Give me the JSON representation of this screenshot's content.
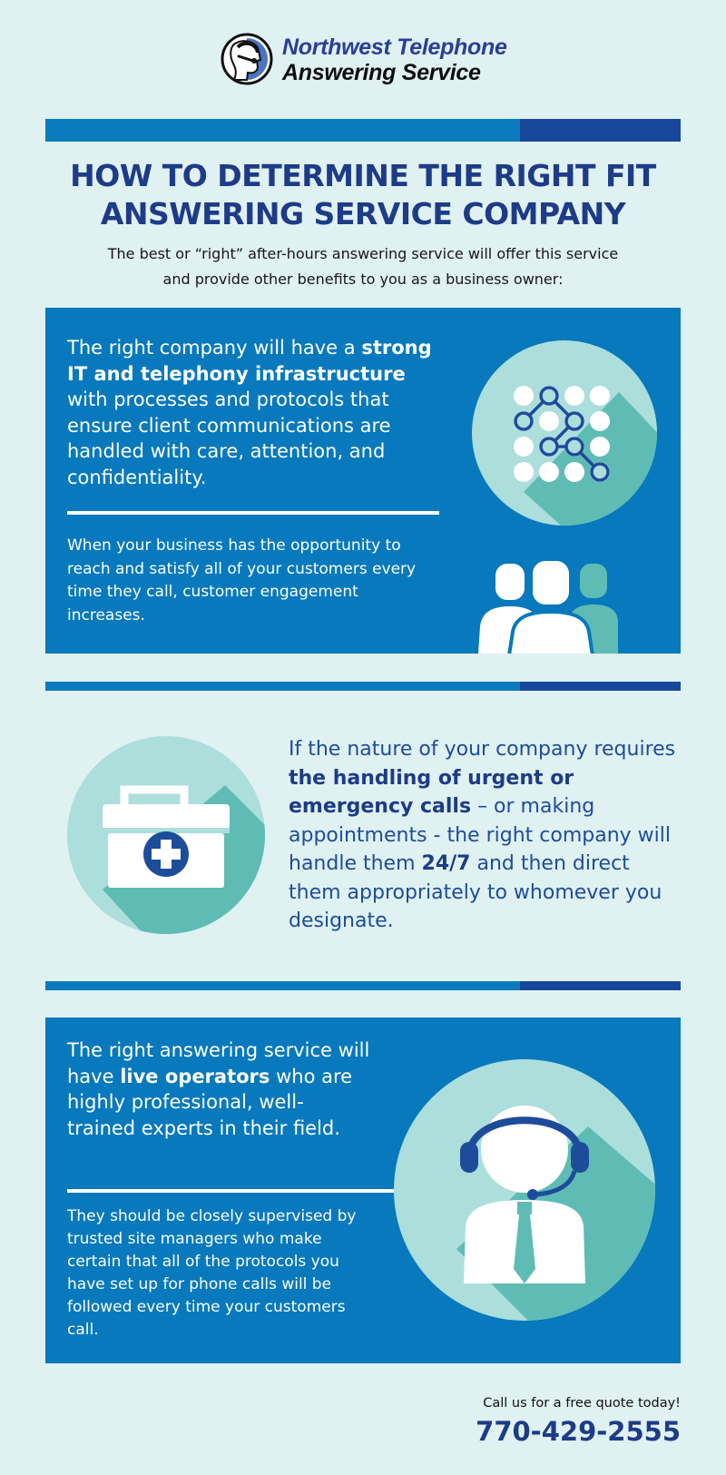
{
  "logo": {
    "line1": "Northwest Telephone",
    "line2": "Answering Service"
  },
  "title": {
    "line1": "HOW TO DETERMINE THE RIGHT FIT",
    "line2": "ANSWERING SERVICE COMPANY"
  },
  "intro": {
    "line1": "The best or “right” after-hours answering service will offer this service",
    "line2": "and provide other benefits to you as a business owner:"
  },
  "section1": {
    "lead_pre": "The right company will have a",
    "lead_bold": "strong IT and telephony infrastructure",
    "lead_post": "with processes and protocols that ensure client communications are handled with care, attention, and confidentiality.",
    "detail": "When your business has the opportunity to reach and satisfy all of your customers every time they call, customer engagement increases.",
    "icons": [
      "network-grid-icon",
      "people-group-icon"
    ]
  },
  "section2": {
    "text_pre": "If the nature of your company requires",
    "text_bold1": "the handling of urgent or emergency calls",
    "text_mid": "– or making appointments - the right company will handle them",
    "text_bold2": "24/7",
    "text_post": "and then direct them appropriately to whomever you designate.",
    "icons": [
      "first-aid-kit-icon"
    ]
  },
  "section3": {
    "lead_pre": "The right answering service will have",
    "lead_bold": "live operators",
    "lead_post": "who are highly professional, well-trained experts in their field.",
    "detail": "They should be closely supervised by trusted site managers who make certain that all of the protocols you have set up for phone calls will be followed every time your customers call.",
    "icons": [
      "operator-headset-icon"
    ]
  },
  "cta": {
    "label": "Call us for a free quote today!",
    "phone": "770-429-2555"
  },
  "colors": {
    "background": "#dff1f1",
    "panel_blue": "#0779bc",
    "navy": "#1d3b87",
    "bar_dark": "#17479b",
    "circle_light": "#acdedc",
    "circle_shadow": "#5fbcb4"
  }
}
